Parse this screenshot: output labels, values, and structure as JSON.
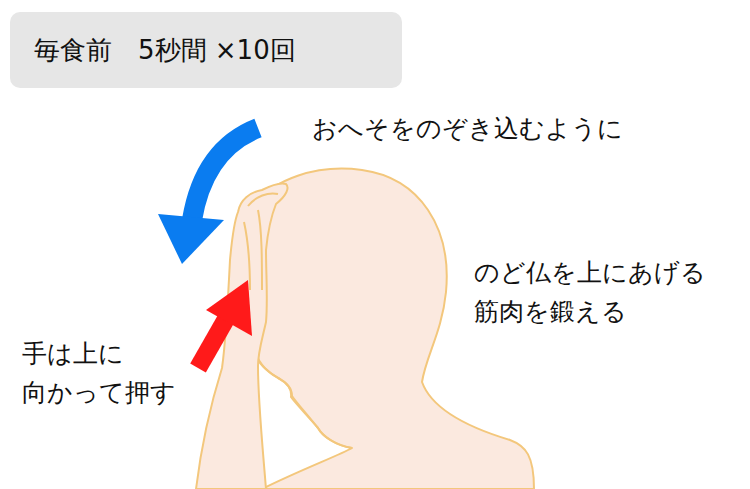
{
  "diagram": {
    "nodes": [
      {
        "text": [
          "毎食前　5秒間 ×10回"
        ]
      }
    ],
    "labels": [
      "おへそをのぞき込むように",
      "のど仏を上にあげる 筋肉を鍛える",
      "手は上に 向かって押す"
    ]
  }
}
